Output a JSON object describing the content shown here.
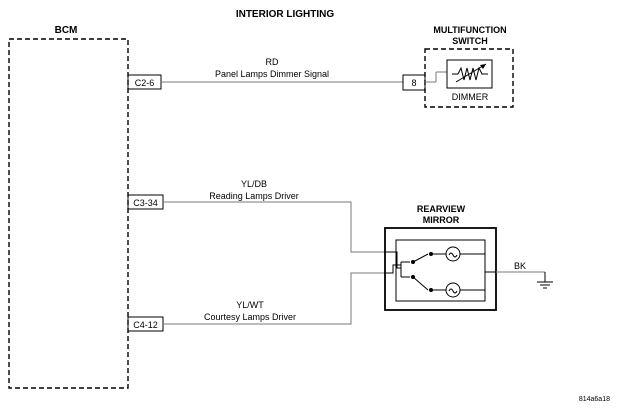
{
  "diagram": {
    "title": "INTERIOR LIGHTING",
    "figure_id": "814a6a18"
  },
  "bcm": {
    "label": "BCM",
    "pins": {
      "panel": "C2-6",
      "reading": "C3-34",
      "courtesy": "C4-12"
    }
  },
  "wires": {
    "panel": {
      "color": "RD",
      "name": "Panel Lamps Dimmer Signal"
    },
    "reading": {
      "color": "YL/DB",
      "name": "Reading Lamps Driver"
    },
    "courtesy": {
      "color": "YL/WT",
      "name": "Courtesy Lamps Driver"
    },
    "ground": {
      "color": "BK"
    }
  },
  "multifunction_switch": {
    "title_line1": "MULTIFUNCTION",
    "title_line2": "SWITCH",
    "pin": "8",
    "component": "DIMMER"
  },
  "rearview_mirror": {
    "title_line1": "REARVIEW",
    "title_line2": "MIRROR"
  }
}
